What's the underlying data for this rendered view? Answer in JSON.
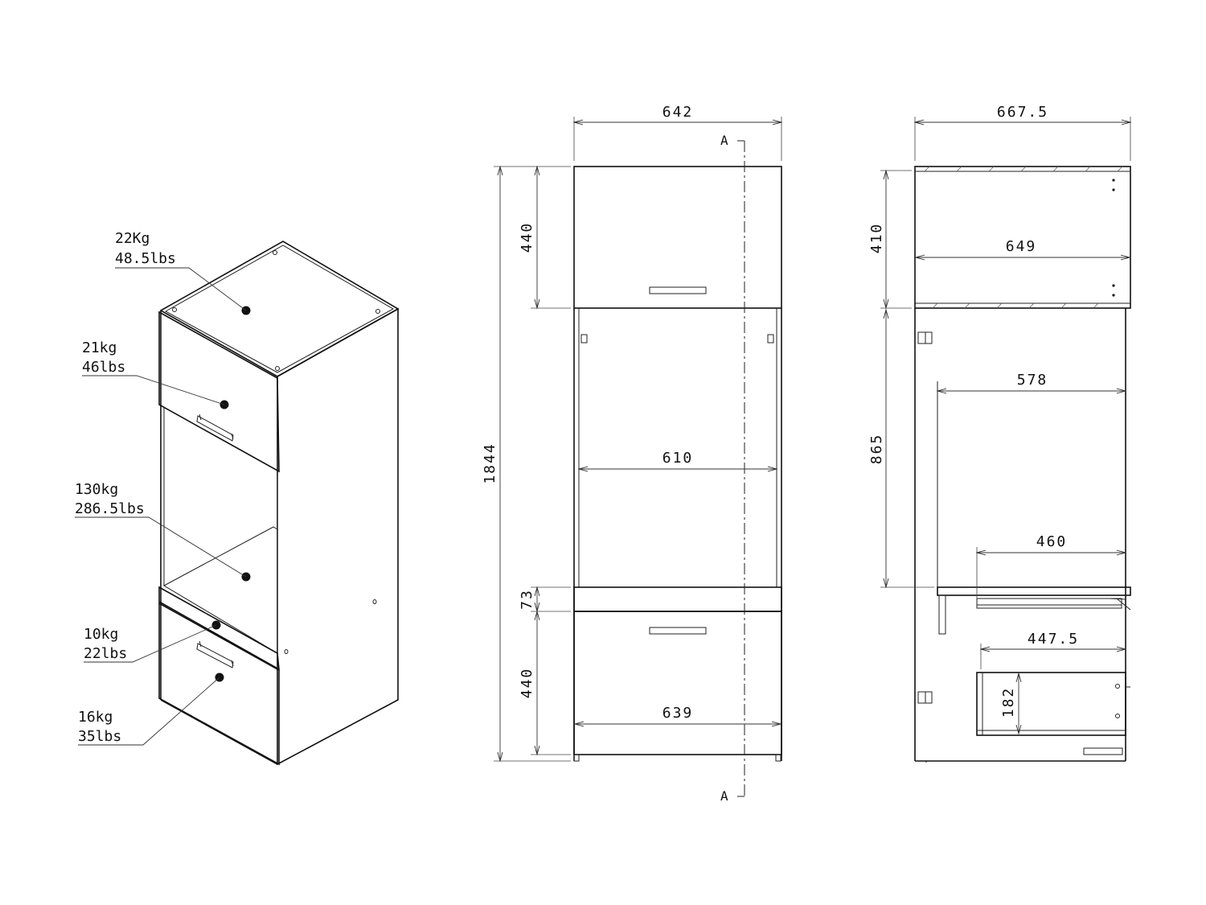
{
  "weights": [
    {
      "kg": "22Kg",
      "lbs": "48.5lbs"
    },
    {
      "kg": "21kg",
      "lbs": "46lbs"
    },
    {
      "kg": "130kg",
      "lbs": "286.5lbs"
    },
    {
      "kg": "10kg",
      "lbs": "22lbs"
    },
    {
      "kg": "16kg",
      "lbs": "35lbs"
    }
  ],
  "front_view": {
    "section_label": "A",
    "dims": {
      "overall_width": "642",
      "overall_height": "1844",
      "top_door_height": "440",
      "opening_width": "610",
      "plinth_height": "73",
      "bottom_drawer_height": "440",
      "bottom_width": "639"
    }
  },
  "side_view": {
    "dims": {
      "overall_depth": "667.5",
      "top_height": "410",
      "top_inner_depth": "649",
      "opening_height": "865",
      "opening_depth": "578",
      "shelf_depth": "460",
      "drawer_depth": "447.5",
      "drawer_height": "182"
    }
  }
}
